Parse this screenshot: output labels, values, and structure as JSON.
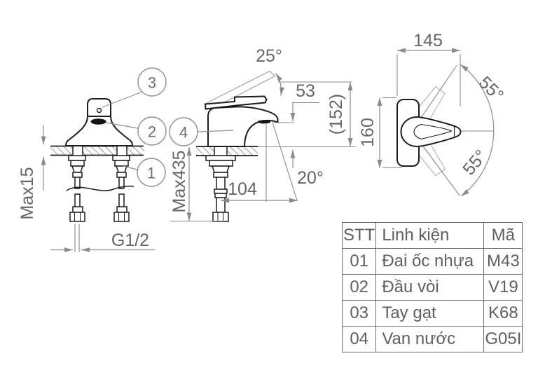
{
  "drawing": {
    "type": "faucet-installation-technical-drawing",
    "views": [
      "front",
      "side",
      "top"
    ]
  },
  "callouts": {
    "c1": "1",
    "c2": "2",
    "c3": "3",
    "c4": "4"
  },
  "dims": {
    "front": {
      "max15": "Max15",
      "g12": "G1/2"
    },
    "side": {
      "lever_angle": "25°",
      "spout_height": "53",
      "total_height": "(152)",
      "pipe_length": "Max435",
      "reach": "104",
      "stream_angle": "20°"
    },
    "top": {
      "width": "145",
      "depth": "160",
      "swing_upper": "55°",
      "swing_lower": "55°"
    }
  },
  "table": {
    "headers": [
      "STT",
      "Linh kiện",
      "Mã"
    ],
    "rows": [
      [
        "01",
        "Đai ốc nhựa",
        "M43"
      ],
      [
        "02",
        "Đầu vòi",
        "V19"
      ],
      [
        "03",
        "Tay gạt",
        "K68"
      ],
      [
        "04",
        "Van nước",
        "G05I"
      ]
    ]
  },
  "colors": {
    "background": "#ffffff",
    "outline": "#1c1c1c",
    "dimension_line": "#8a8a8a",
    "dimension_text": "#666666",
    "table_border": "#6a6a6a",
    "table_text": "#5f5f5f"
  }
}
